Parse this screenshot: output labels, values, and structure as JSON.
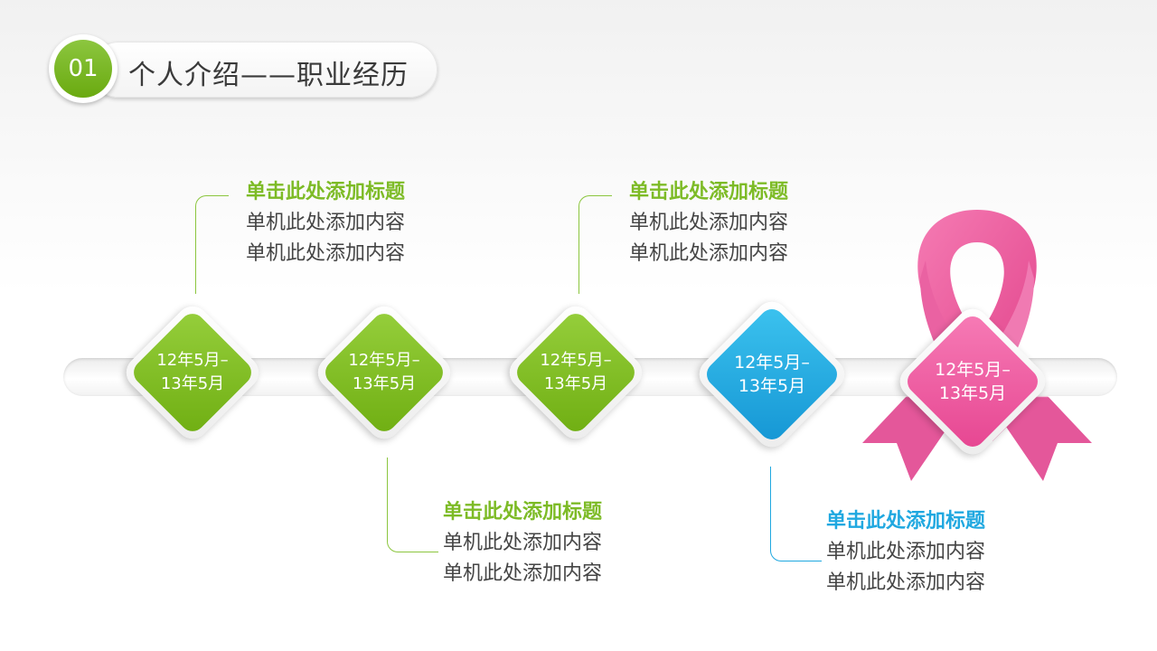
{
  "header": {
    "number": "01",
    "title": "个人介绍——职业经历"
  },
  "colors": {
    "green": "#8cc63f",
    "blue": "#20a8e0",
    "pink": "#f0609e"
  },
  "milestones": [
    {
      "date_line1": "12年5月–",
      "date_line2": "13年5月"
    },
    {
      "date_line1": "12年5月–",
      "date_line2": "13年5月"
    },
    {
      "date_line1": "12年5月–",
      "date_line2": "13年5月"
    },
    {
      "date_line1": "12年5月–",
      "date_line2": "13年5月"
    },
    {
      "date_line1": "12年5月–",
      "date_line2": "13年5月"
    }
  ],
  "captions": [
    {
      "title": "单击此处添加标题",
      "line1": "单机此处添加内容",
      "line2": "单机此处添加内容"
    },
    {
      "title": "单击此处添加标题",
      "line1": "单机此处添加内容",
      "line2": "单机此处添加内容"
    },
    {
      "title": "单击此处添加标题",
      "line1": "单机此处添加内容",
      "line2": "单机此处添加内容"
    },
    {
      "title": "单击此处添加标题",
      "line1": "单机此处添加内容",
      "line2": "单机此处添加内容"
    }
  ]
}
